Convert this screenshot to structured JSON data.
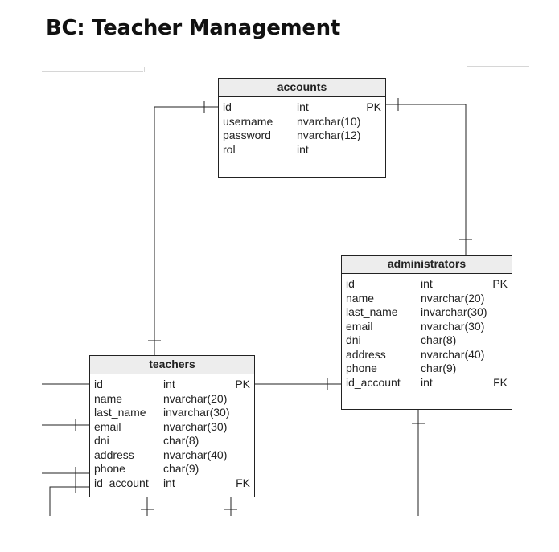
{
  "title": "BC: Teacher Management",
  "entities": {
    "accounts": {
      "name": "accounts",
      "attributes": [
        {
          "name": "id",
          "type": "int",
          "key": "PK"
        },
        {
          "name": "username",
          "type": "nvarchar(10)",
          "key": ""
        },
        {
          "name": "password",
          "type": "nvarchar(12)",
          "key": ""
        },
        {
          "name": "rol",
          "type": "int",
          "key": ""
        }
      ]
    },
    "administrators": {
      "name": "administrators",
      "attributes": [
        {
          "name": "id",
          "type": "int",
          "key": "PK"
        },
        {
          "name": "name",
          "type": "nvarchar(20)",
          "key": ""
        },
        {
          "name": "last_name",
          "type": "invarchar(30)",
          "key": ""
        },
        {
          "name": "email",
          "type": "nvarchar(30)",
          "key": ""
        },
        {
          "name": "dni",
          "type": "char(8)",
          "key": ""
        },
        {
          "name": "address",
          "type": "nvarchar(40)",
          "key": ""
        },
        {
          "name": "phone",
          "type": "char(9)",
          "key": ""
        },
        {
          "name": "id_account",
          "type": "int",
          "key": "FK"
        }
      ]
    },
    "teachers": {
      "name": "teachers",
      "attributes": [
        {
          "name": "id",
          "type": "int",
          "key": "PK"
        },
        {
          "name": "name",
          "type": "nvarchar(20)",
          "key": ""
        },
        {
          "name": "last_name",
          "type": "invarchar(30)",
          "key": ""
        },
        {
          "name": "email",
          "type": "nvarchar(30)",
          "key": ""
        },
        {
          "name": "dni",
          "type": "char(8)",
          "key": ""
        },
        {
          "name": "address",
          "type": "nvarchar(40)",
          "key": ""
        },
        {
          "name": "phone",
          "type": "char(9)",
          "key": ""
        },
        {
          "name": "id_account",
          "type": "int",
          "key": "FK"
        }
      ]
    }
  },
  "line_color": "#222222"
}
